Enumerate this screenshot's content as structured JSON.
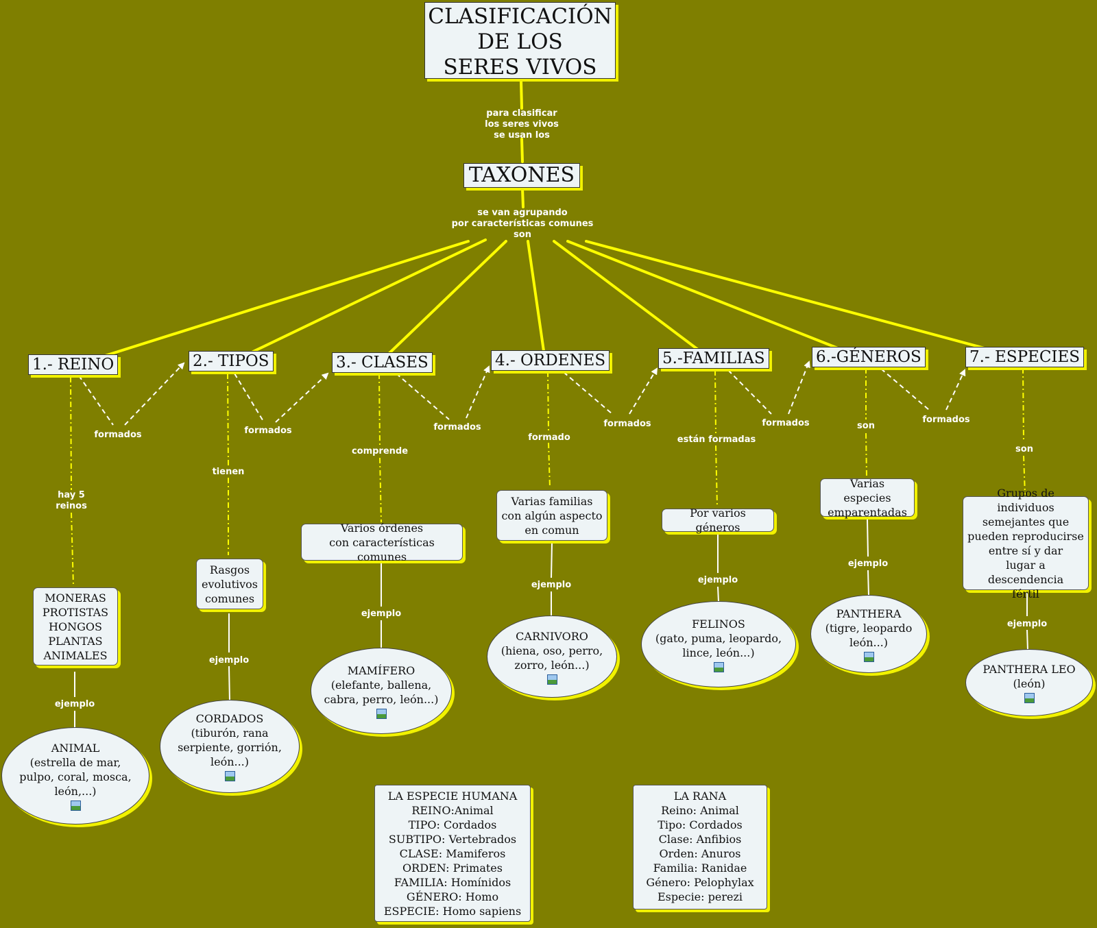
{
  "title": "CLASIFICACIÓN\nDE LOS\nSERES VIVOS",
  "link_title": "para clasificar\nlos seres vivos\nse usan los",
  "taxones": "TAXONES",
  "link_taxones": "se van agrupando\npor características comunes\nson",
  "taxa": [
    {
      "name": "1.- REINO",
      "relation": "hay 5\nreinos",
      "desc": "MONERAS\nPROTISTAS\nHONGOS\nPLANTAS\nANIMALES",
      "example_label": "ejemplo",
      "example": "ANIMAL\n(estrella de mar,\npulpo, coral, mosca,\nleón,...)",
      "next_label": "formados"
    },
    {
      "name": "2.- TIPOS",
      "relation": "tienen",
      "desc": "Rasgos\nevolutivos\ncomunes",
      "example_label": "ejemplo",
      "example": "CORDADOS\n(tiburón, rana\nserpiente, gorrión,\nleón...)",
      "next_label": "formados"
    },
    {
      "name": "3.- CLASES",
      "relation": "comprende",
      "desc": "Varios órdenes\ncon características comunes",
      "example_label": "ejemplo",
      "example": "MAMÍFERO\n(elefante, ballena,\ncabra, perro, león...)",
      "next_label": "formados"
    },
    {
      "name": "4.- ORDENES",
      "relation": "formado",
      "desc": "Varias familias\ncon algún aspecto\nen comun",
      "example_label": "ejemplo",
      "example": "CARNIVORO\n(hiena, oso, perro,\nzorro, león...)",
      "next_label": "formados"
    },
    {
      "name": "5.-FAMILIAS",
      "relation": "están formadas",
      "desc": "Por varios géneros",
      "example_label": "ejemplo",
      "example": "FELINOS\n(gato, puma, leopardo,\nlince, león...)",
      "next_label": "formados"
    },
    {
      "name": "6.-GÉNEROS",
      "relation": "son",
      "desc": "Varias especies\nemparentadas",
      "example_label": "ejemplo",
      "example": "PANTHERA\n(tigre, leopardo\nleón...)",
      "next_label": "formados"
    },
    {
      "name": "7.- ESPECIES",
      "relation": "son",
      "desc": "Grupos de individuos\nsemejantes que\npueden reproducirse\nentre sí y dar\nlugar a descendencia\nfértil",
      "example_label": "ejemplo",
      "example": "PANTHERA LEO\n(león)"
    }
  ],
  "human_species": "LA ESPECIE HUMANA\nREINO:Animal\nTIPO: Cordados\nSUBTIPO: Vertebrados\nCLASE: Mamiferos\nORDEN: Primates\nFAMILIA: Homínidos\nGÉNERO: Homo\nESPECIE: Homo sapiens",
  "frog": "LA RANA\nReino: Animal\nTipo: Cordados\nClase: Anfibios\nOrden: Anuros\nFamilia: Ranidae\nGénero: Pelophylax\nEspecie: perezi",
  "colors": {
    "background": "#7f7f00",
    "link": "#ffff00",
    "node": "#eef4f6",
    "shadow": "#f2f200"
  },
  "icons": [
    "image-icon"
  ]
}
